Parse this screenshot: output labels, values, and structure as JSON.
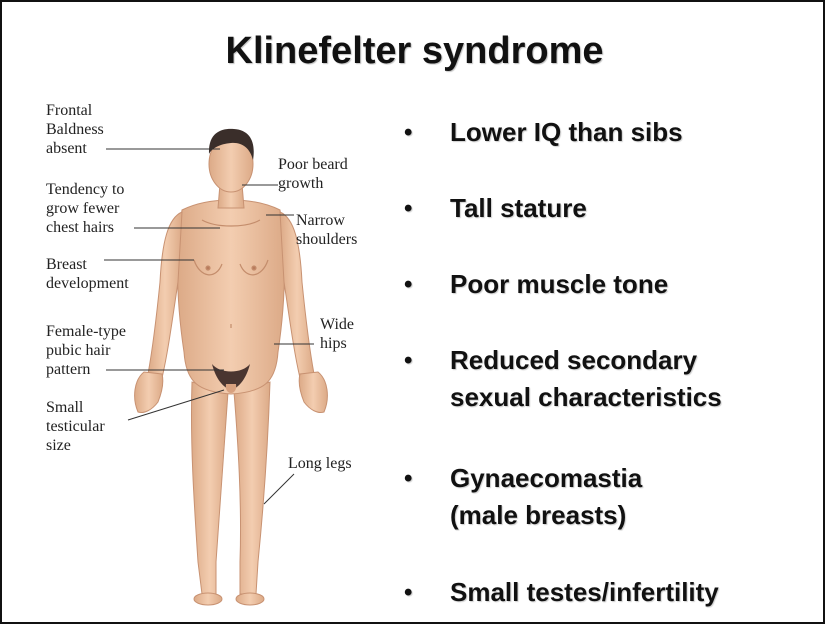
{
  "slide": {
    "title": "Klinefelter syndrome",
    "bullets": [
      {
        "text": "Lower IQ than sibs"
      },
      {
        "text": "Tall stature"
      },
      {
        "text": "Poor muscle tone"
      },
      {
        "text": "Reduced secondary\nsexual characteristics"
      },
      {
        "text": "Gynaecomastia\n(male breasts)"
      },
      {
        "text": "Small testes/infertility"
      }
    ],
    "bullet_glyph": "•",
    "figure": {
      "labels": {
        "frontal_baldness": "Frontal\nBaldness\nabsent",
        "chest_hair": "Tendency to\ngrow fewer\nchest hairs",
        "breast": "Breast\ndevelopment",
        "pubic_hair": "Female-type\npubic hair\npattern",
        "testicular": "Small\ntesticular\nsize",
        "beard": "Poor beard\ngrowth",
        "shoulders": "Narrow\nshoulders",
        "hips": "Wide\nhips",
        "legs": "Long legs"
      }
    },
    "colors": {
      "skin": "#f0c8a8",
      "skin_shadow": "#d9a683",
      "hair": "#3a2e2a",
      "text": "#111111"
    }
  }
}
